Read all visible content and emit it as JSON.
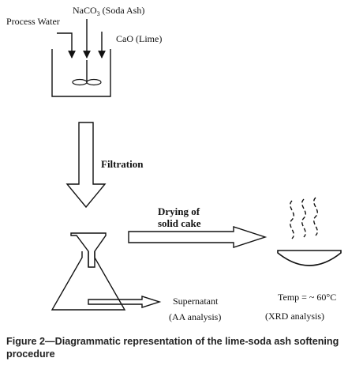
{
  "labels": {
    "process_water": "Process Water",
    "soda_ash_prefix": "NaCO",
    "soda_ash_sub": "3",
    "soda_ash_suffix": " (Soda Ash)",
    "lime": "CaO (Lime)",
    "filtration": "Filtration",
    "drying_line1": "Drying of",
    "drying_line2": "solid cake",
    "supernatant": "Supernatant",
    "aa_analysis": "(AA analysis)",
    "temp": "Temp = ~ 60°C",
    "xrd_analysis": "(XRD analysis)"
  },
  "caption": {
    "figure_label": "Figure 2",
    "dash": "—",
    "text": "Diagrammatic representation of the lime-soda ash softening procedure"
  }
}
